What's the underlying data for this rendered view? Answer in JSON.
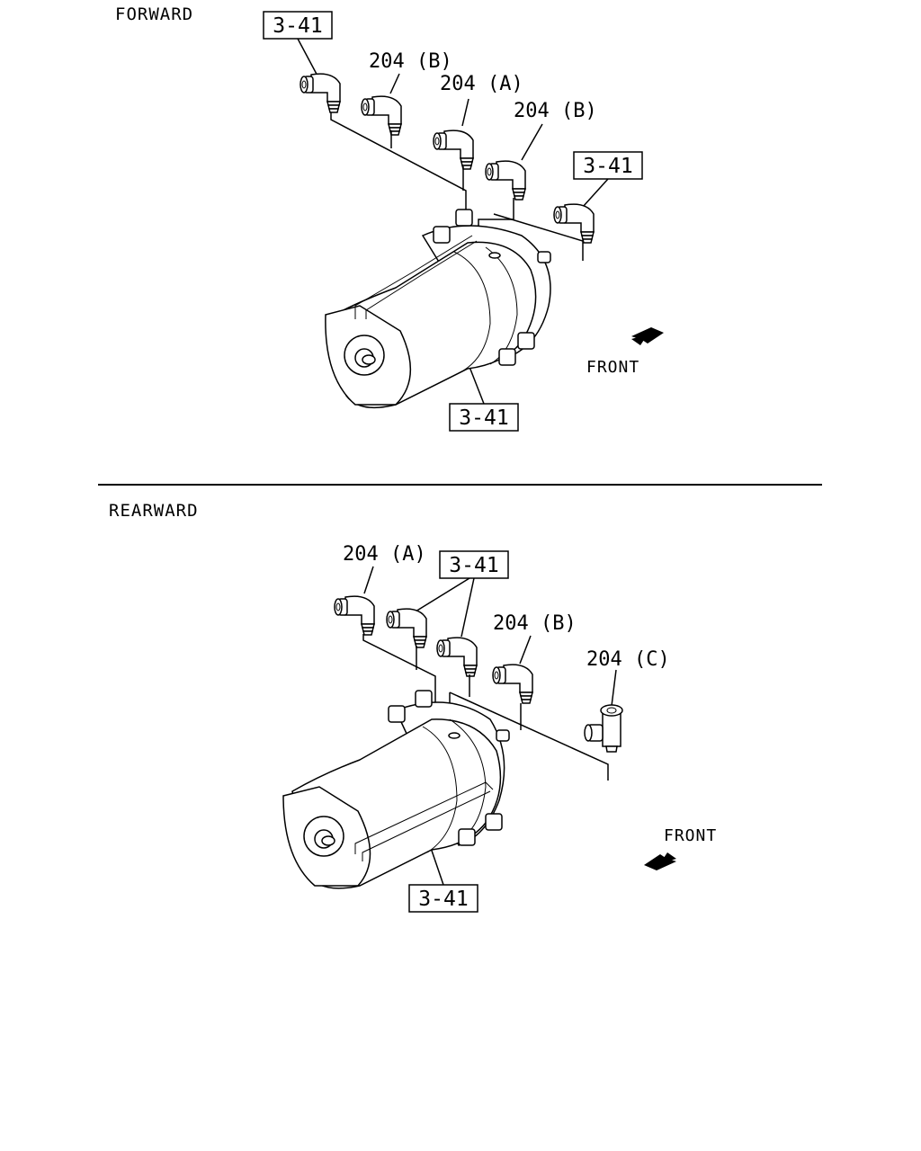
{
  "forward": {
    "section_label": "FORWARD",
    "front_label": "FRONT",
    "callouts": {
      "ref_top_left": "3-41",
      "part_1": "204 (B)",
      "part_2": "204 (A)",
      "part_3": "204 (B)",
      "ref_right": "3-41",
      "ref_bottom": "3-41"
    }
  },
  "rearward": {
    "section_label": "REARWARD",
    "front_label": "FRONT",
    "callouts": {
      "part_1": "204 (A)",
      "ref_top": "3-41",
      "part_2": "204 (B)",
      "part_3": "204 (C)",
      "ref_bottom": "3-41"
    }
  },
  "icons": [
    "elbow-fitting-icon",
    "tee-fitting-icon",
    "front-arrow-icon",
    "air-tank-icon"
  ]
}
